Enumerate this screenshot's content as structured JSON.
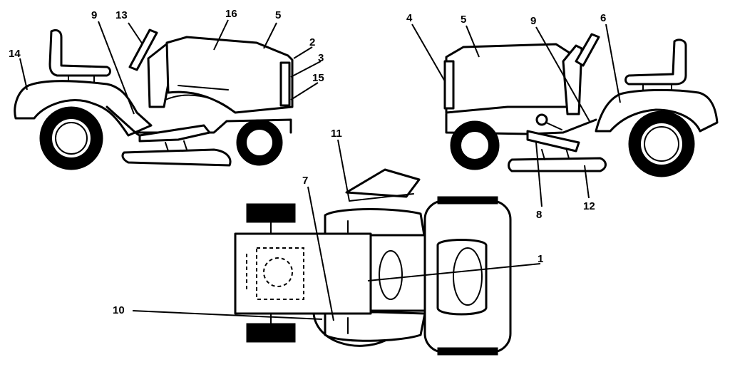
{
  "callouts": {
    "left": {
      "c14": "14",
      "c9": "9",
      "c13": "13",
      "c16": "16",
      "c5": "5",
      "c2": "2",
      "c3": "3",
      "c15": "15"
    },
    "right": {
      "c4": "4",
      "c5": "5",
      "c9": "9",
      "c6": "6",
      "c8": "8",
      "c12": "12"
    },
    "top": {
      "c11": "11",
      "c7": "7",
      "c1": "1",
      "c10": "10"
    }
  }
}
